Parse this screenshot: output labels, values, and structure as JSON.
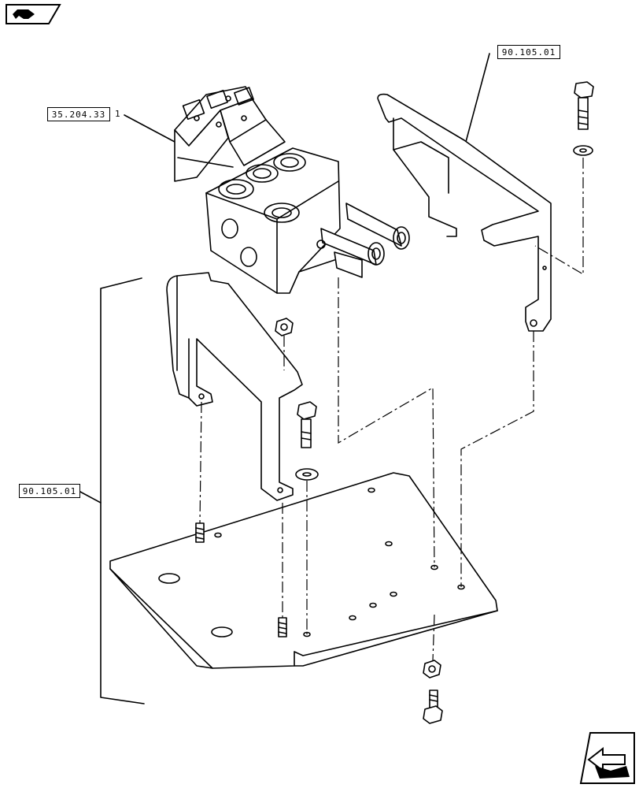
{
  "references": {
    "control_valve_ref": "35.204.33",
    "bracket_right_ref": "90.105.01",
    "bracket_left_ref": "90.105.01"
  },
  "callouts": {
    "item_1": "1"
  },
  "icons": {
    "prev_page": "back-page-icon",
    "next_page": "forward-page-icon"
  }
}
